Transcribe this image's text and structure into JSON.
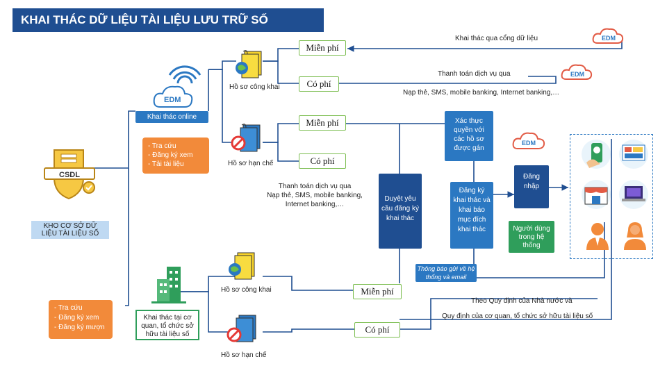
{
  "title": "KHAI THÁC DỮ LIỆU TÀI LIỆU LƯU TRỮ SỐ",
  "top": {
    "mien_phi_1": "Miễn phí",
    "co_phi_1": "Có phí",
    "ho_so_cong_khai": "Hồ sơ công khai",
    "khai_thac_qua_cong": "Khai thác qua cổng dữ liệu",
    "thanh_toan_qua": "Thanh toán dịch vụ qua",
    "nap_the": "Nạp thẻ, SMS, mobile banking, Internet banking,…",
    "khai_thac_online": "Khai thác online",
    "online_options": "- Tra cứu\n- Đăng ký xem\n- Tải tài liệu",
    "mien_phi_2": "Miễn phí",
    "co_phi_2": "Có phí",
    "ho_so_han_che": "Hồ sơ hạn chế",
    "xac_thuc": "Xác thực quyền với các hồ sơ được gán",
    "thanh_toan_2": "Thanh toán dịch vụ qua\nNạp thẻ, SMS, mobile banking,\nInternet banking,…",
    "duyet_yeu_cau": "Duyệt yêu cầu đăng ký khai thác",
    "dang_ky_khai_thac": "Đăng ký khai thác và khai báo mục đích khai thác",
    "dang_nhap": "Đăng nhập",
    "nguoi_dung": "Người dùng trong hệ thống"
  },
  "left": {
    "kho_csdl": "KHO CƠ SỞ DỮ LIỆU TÀI LIỆU SỐ",
    "csdl_icon_label": "CSDL",
    "offline_options": "- Tra cứu\n- Đăng ký xem\n- Đăng ký mượn"
  },
  "bottom": {
    "thong_bao": "Thông báo gửi về hệ thống và email",
    "ho_so_cong_khai": "Hồ sơ công khai",
    "mien_phi": "Miễn phí",
    "co_phi": "Có phí",
    "khai_thac_tai_co_quan": "Khai thác tại cơ quan, tổ chức sở hữu tài liệu số",
    "ho_so_han_che": "Hồ sơ hạn chế",
    "theo_quy_dinh_1": "Theo Quy định của Nhà nước và",
    "theo_quy_dinh_2": "Quy định của cơ quan, tổ chức sở hữu tài liệu số"
  },
  "logos": {
    "edm_text": "EDM"
  },
  "colors": {
    "title_bg": "#1f4e91",
    "orange": "#f28a3a",
    "green": "#2f9e5b",
    "blue": "#1f4e91",
    "light_blue": "#bfd9f2"
  }
}
